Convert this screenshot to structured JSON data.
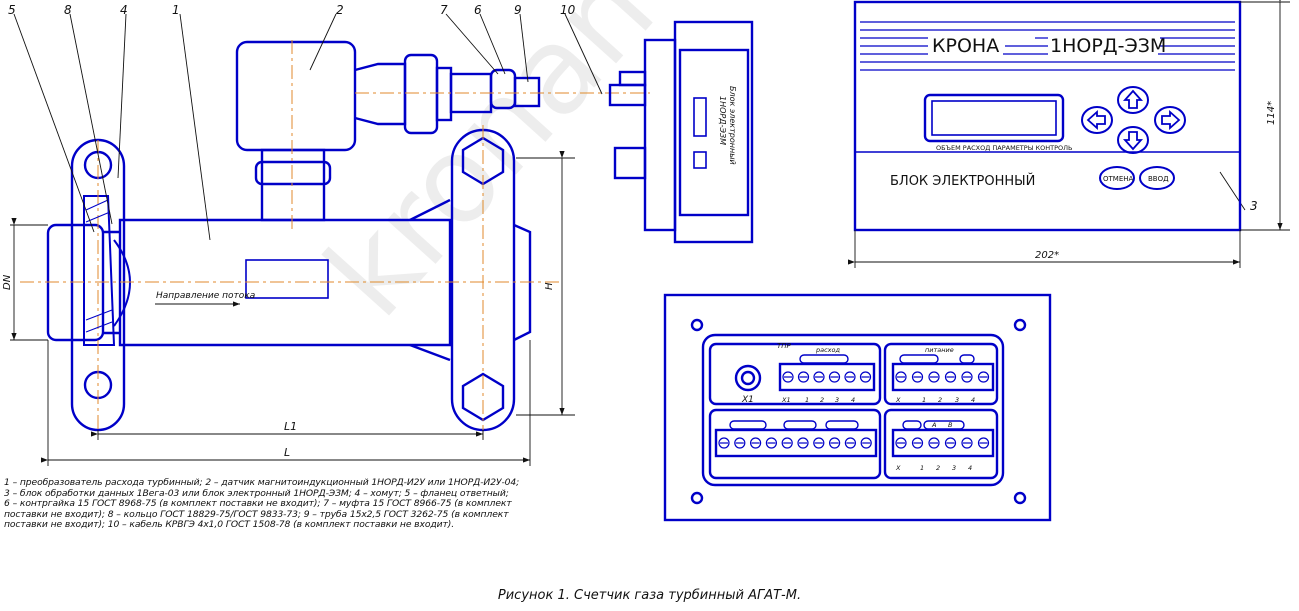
{
  "callouts": {
    "c5": "5",
    "c8": "8",
    "c4": "4",
    "c1": "1",
    "c2": "2",
    "c7": "7",
    "c6": "6",
    "c9": "9",
    "c10": "10",
    "c3": "3"
  },
  "meter": {
    "flow_direction": "Направление потока",
    "dim_dn": "DN",
    "dim_h": "H",
    "dim_l1": "L1",
    "dim_l": "L"
  },
  "side_block": {
    "label_line1": "Блок электронный",
    "label_line2": "1НОРД-ЭЗМ"
  },
  "panel": {
    "brand": "КРОНА",
    "model": "1НОРД-ЭЗМ",
    "menu": "ОБЪЕМ  РАСХОД  ПАРАМЕТРЫ  КОНТРОЛЬ",
    "block_label": "БЛОК ЭЛЕКТРОННЫЙ",
    "cancel": "ОТМЕНА",
    "enter": "ВВОД",
    "dim_width": "202*",
    "dim_height": "114*"
  },
  "terminal": {
    "tpr": "ТПР",
    "flow": "расход",
    "power": "питание",
    "x1": "X1",
    "row1_left": [
      "X1",
      "1",
      "2",
      "3",
      "4"
    ],
    "row1_right": [
      "X",
      "1",
      "2",
      "3",
      "4"
    ],
    "row2_right": [
      "X",
      "1",
      "2",
      "3",
      "4"
    ],
    "ab": [
      "А",
      "В"
    ]
  },
  "legend": [
    "1 – преобразователь расхода турбинный; 2 – датчик магнитоиндукционный 1НОРД-И2У или 1НОРД-И2У-04;",
    "3 – блок обработки данных 1Вега-03 или блок электронный 1НОРД-ЭЗМ; 4 – хомут; 5 – фланец ответный;",
    "6 – контргайка 15 ГОСТ 8968-75 (в комплект поставки не входит); 7 – муфта 15 ГОСТ 8966-75 (в комплект",
    " поставки не входит); 8 – кольцо ГОСТ 18829-75/ГОСТ 9833-73; 9 – труба 15х2,5 ГОСТ 3262-75 (в комплект",
    "поставки не входит); 10 – кабель КРВГЭ 4х1,0 ГОСТ 1508-78 (в комплект поставки не входит)."
  ],
  "figure_title": "Рисунок 1. Счетчик газа турбинный АГАТ-М.",
  "watermark": "kronaneftgaz.ru",
  "colors": {
    "line": "#0000c8",
    "ink": "#111111",
    "centerline": "#e08a2c"
  }
}
